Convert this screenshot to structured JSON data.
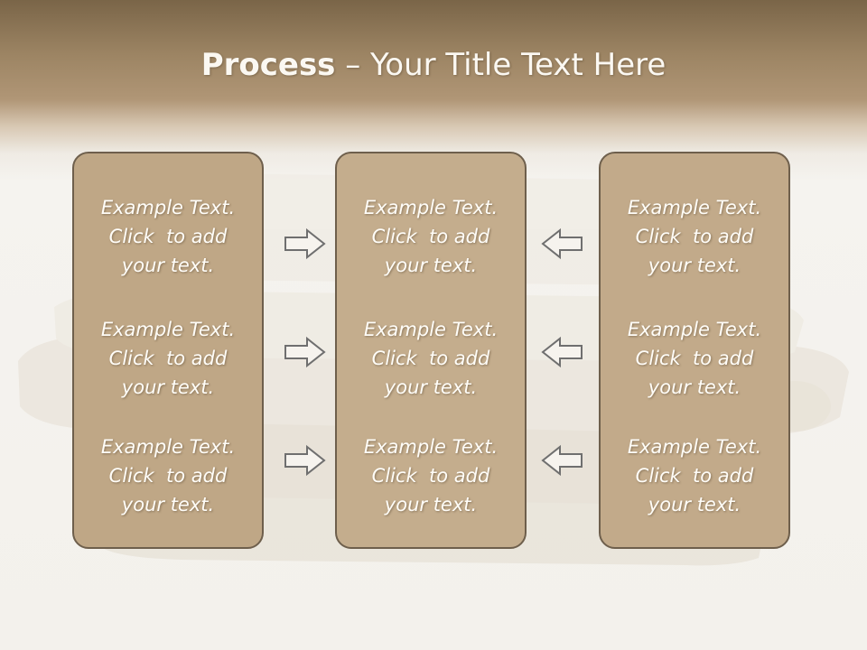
{
  "title": {
    "bold": "Process",
    "rest": " – Your Title Text Here"
  },
  "left_box": [
    {
      "l1": "Example Text.",
      "l2": "Click  to add",
      "l3": "your text."
    },
    {
      "l1": "Example Text.",
      "l2": "Click  to add",
      "l3": "your text."
    },
    {
      "l1": "Example Text.",
      "l2": "Click  to add",
      "l3": "your text."
    }
  ],
  "middle_box": [
    {
      "l1": "Example Text.",
      "l2": "Click  to add",
      "l3": "your text."
    },
    {
      "l1": "Example Text.",
      "l2": "Click  to add",
      "l3": "your text."
    },
    {
      "l1": "Example Text.",
      "l2": "Click  to add",
      "l3": "your text."
    }
  ],
  "right_box": [
    {
      "l1": "Example Text.",
      "l2": "Click  to add",
      "l3": "your text."
    },
    {
      "l1": "Example Text.",
      "l2": "Click  to add",
      "l3": "your text."
    },
    {
      "l1": "Example Text.",
      "l2": "Click  to add",
      "l3": "your text."
    }
  ],
  "icons": {
    "right_arrow": "arrow-right-icon",
    "left_arrow": "arrow-left-icon"
  },
  "colors": {
    "box_fill": "#c0a888",
    "box_border": "#6e5f4c",
    "header_band": "#9c8463"
  }
}
